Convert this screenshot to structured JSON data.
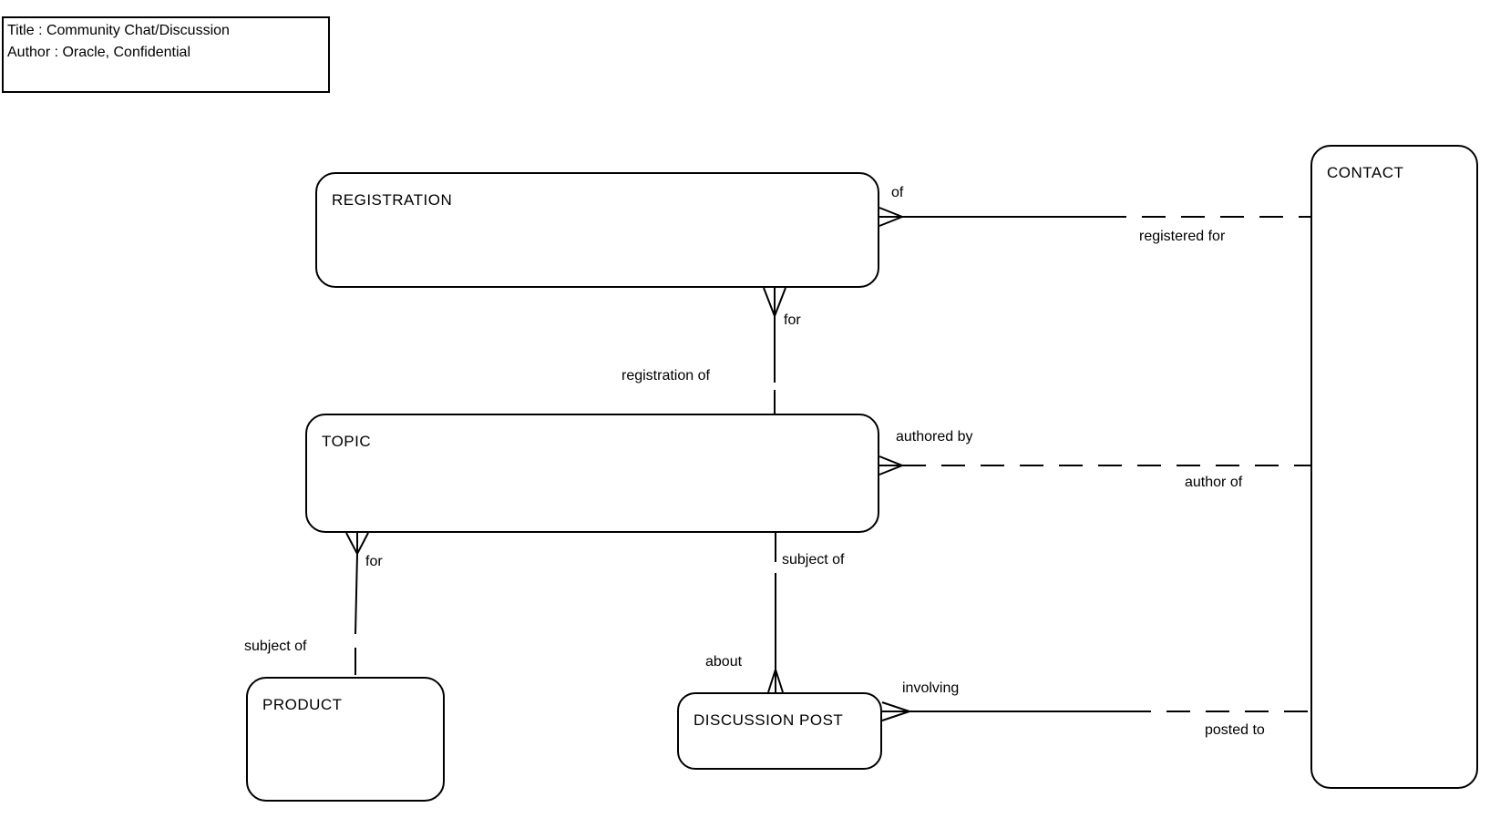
{
  "title_block": {
    "title": "Title : Community Chat/Discussion",
    "author": "Author : Oracle, Confidential"
  },
  "entities": {
    "registration": "REGISTRATION",
    "topic": "TOPIC",
    "product": "PRODUCT",
    "discussion_post": "DISCUSSION POST",
    "contact": "CONTACT"
  },
  "relationships": {
    "registration_of_contact": {
      "source_label": "of",
      "target_label": "registered for"
    },
    "registration_for_topic": {
      "source_label": "for",
      "target_label": "registration of"
    },
    "topic_authored_by_contact": {
      "source_label": "authored by",
      "target_label": "author of"
    },
    "topic_for_product": {
      "source_label": "for",
      "target_label": "subject of"
    },
    "discussion_post_about_topic": {
      "source_label": "about",
      "target_label": "subject of"
    },
    "discussion_post_involving_contact": {
      "source_label": "involving",
      "target_label": "posted to"
    }
  },
  "colors": {
    "line": "#000000",
    "background": "#ffffff"
  }
}
